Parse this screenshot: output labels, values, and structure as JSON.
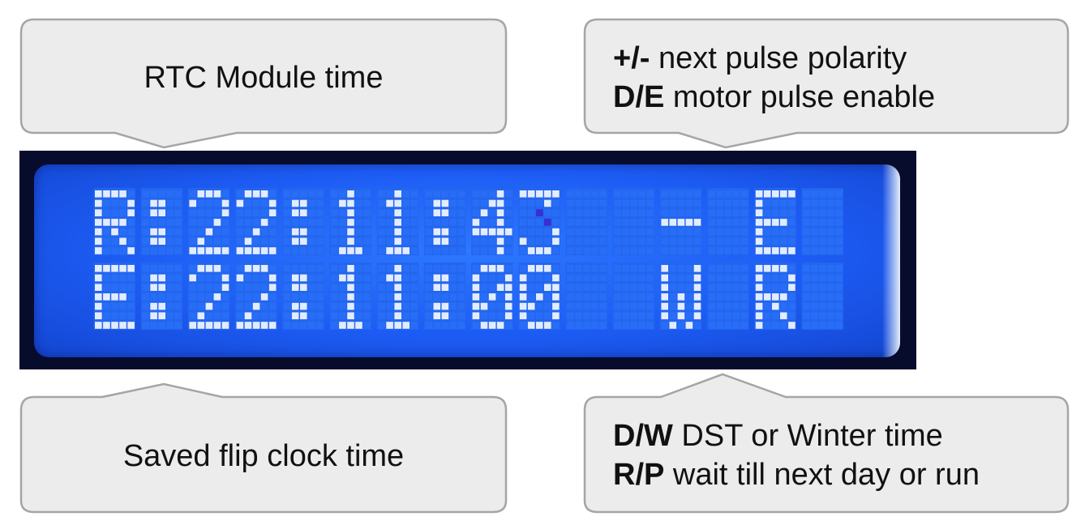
{
  "callouts": {
    "rtc_time": {
      "text": "RTC Module time"
    },
    "pulse_info": {
      "line1_key": "+/-",
      "line1_text": " next pulse polarity",
      "line2_key": "D/E",
      "line2_text": " motor pulse enable"
    },
    "saved_time": {
      "text": "Saved flip clock time"
    },
    "mode_info": {
      "line1_key": "D/W",
      "line1_text": " DST or Winter time",
      "line2_key": "R/P",
      "line2_text": " wait till next day or run"
    }
  },
  "lcd": {
    "rows": [
      "R:22:11:43  - E",
      "E:22:11:00  W R"
    ],
    "columns": 16,
    "colors": {
      "pixel_on": "#e3ecff",
      "pixel_on_dim": "#3a2fd0",
      "background": "#1d5cf4",
      "frame": "#070b2c"
    }
  }
}
